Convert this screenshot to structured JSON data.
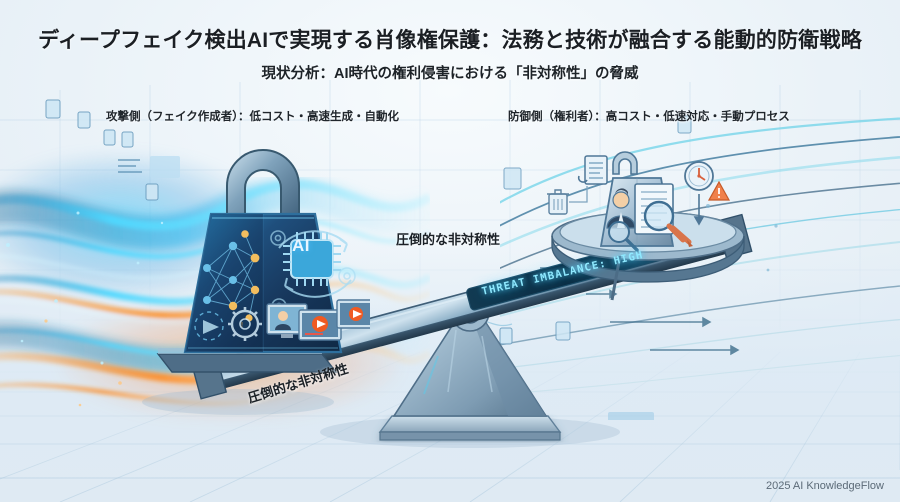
{
  "meta": {
    "background_color": "#eaf2f8",
    "accent_cyan": "#3ac8f8",
    "accent_orange": "#ff8a2a",
    "metal_blue": "#7f9cb5"
  },
  "header": {
    "title": "ディープフェイク検出AIで実現する肖像権保護：法務と技術が融合する能動的防衛戦略",
    "subtitle": "現状分析：AI時代の権利侵害における「非対称性」の脅威"
  },
  "labels": {
    "attacker_side": "攻撃側（フェイク作成者）：低コスト・高速生成・自動化",
    "defender_side": "防御側（権利者）：高コスト・低速対応・手動プロセス",
    "center_annotation": "圧倒的な非対称性",
    "beam_annotation": "圧倒的な非対称性",
    "beam_readout": "THREAT IMBALANCE: HIGH",
    "chip_label": "AI"
  },
  "footer": {
    "credit": "2025 AI KnowledgeFlow"
  },
  "icons": {
    "attacker": [
      "neural-network-icon",
      "ai-chip-icon",
      "gear-icon",
      "video-monitor-icon",
      "play-button-icon",
      "person-video-icon",
      "cycle-arrows-icon",
      "padlock-handle-icon"
    ],
    "defender": [
      "person-badge-icon",
      "document-icon",
      "magnifier-icon",
      "clock-icon",
      "warning-triangle-icon",
      "trash-icon",
      "pen-icon",
      "pan-dish-icon"
    ],
    "background": [
      "document-icon",
      "arrow-icon",
      "flow-line-icon",
      "grid-icon"
    ]
  }
}
